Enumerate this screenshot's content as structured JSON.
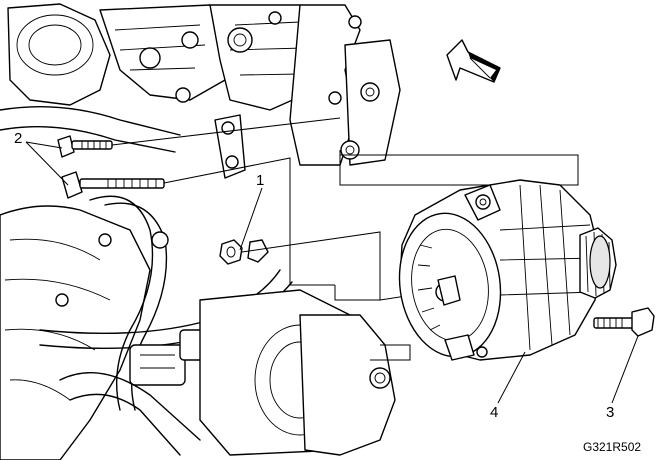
{
  "figure": {
    "id_code": "G321R502",
    "callouts": [
      "1",
      "2",
      "3",
      "4"
    ]
  },
  "icons": {
    "direction": "forward-arrow-icon"
  }
}
